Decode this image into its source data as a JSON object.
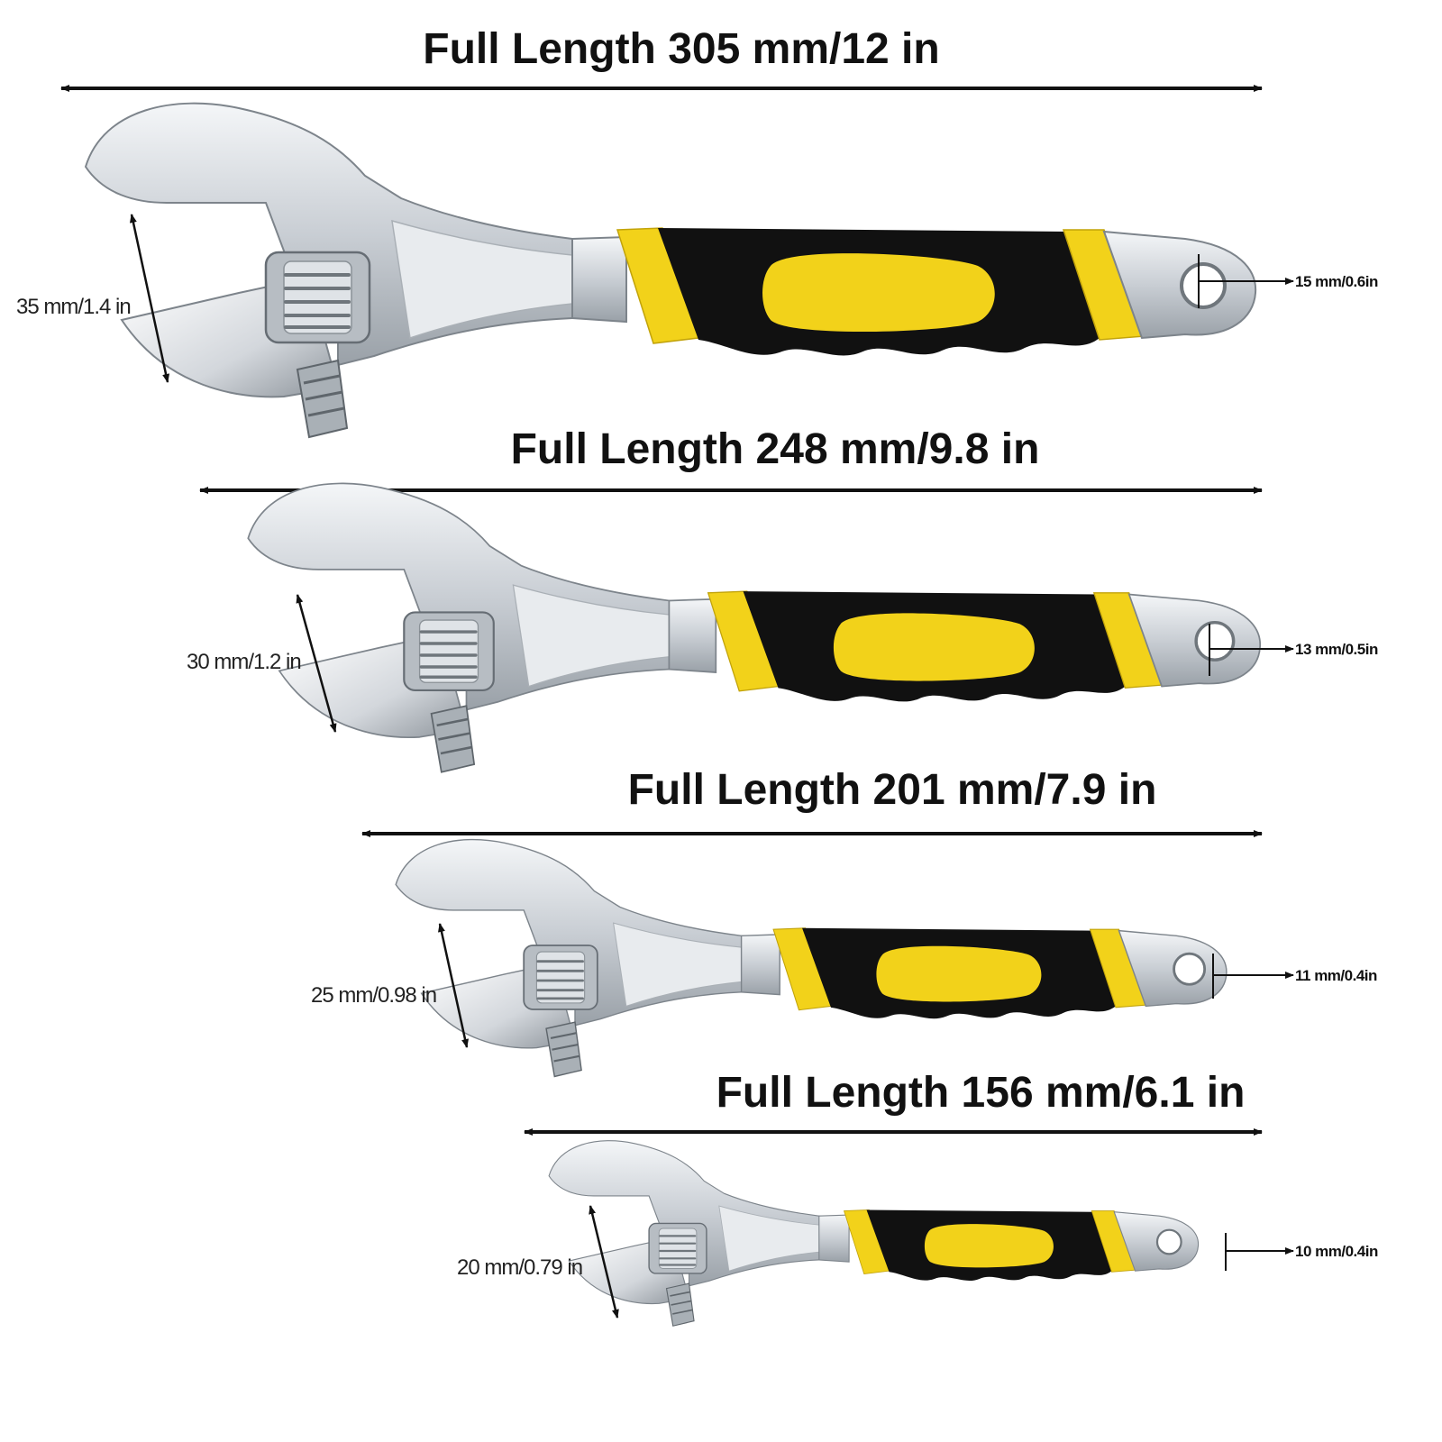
{
  "wrenches": [
    {
      "length_label": "Full Length 305 mm/12 in",
      "jaw_label": "35 mm/1.4 in",
      "hole_label": "15 mm/0.6in"
    },
    {
      "length_label": "Full Length 248 mm/9.8 in",
      "jaw_label": "30 mm/1.2 in",
      "hole_label": "13 mm/0.5in"
    },
    {
      "length_label": "Full Length 201 mm/7.9 in",
      "jaw_label": "25 mm/0.98 in",
      "hole_label": "11 mm/0.4in"
    },
    {
      "length_label": "Full Length 156 mm/6.1 in",
      "jaw_label": "20 mm/0.79 in",
      "hole_label": "10 mm/0.4in"
    }
  ],
  "colors": {
    "handle_black": "#111111",
    "handle_yellow": "#f2d21a",
    "steel": "#d9dde2",
    "steel_dark": "#8e959c",
    "arrow": "#111111"
  }
}
